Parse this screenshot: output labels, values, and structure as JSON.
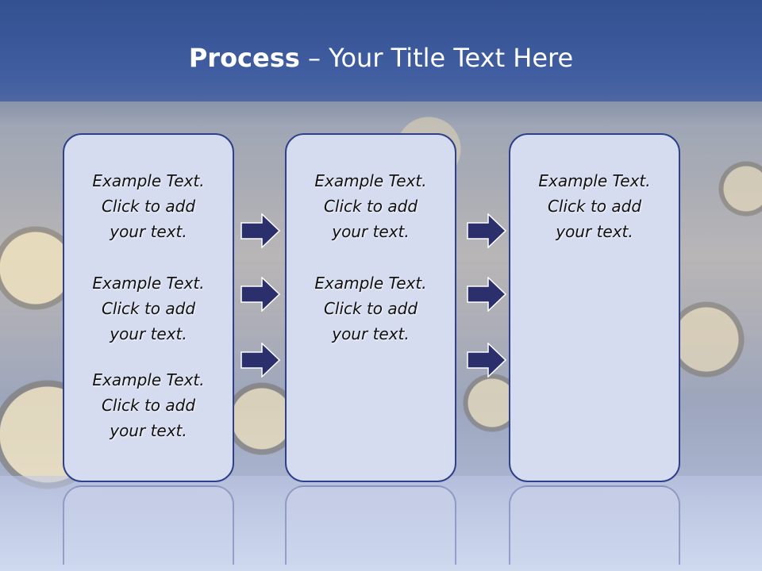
{
  "title": {
    "bold": "Process",
    "rest": " – Your Title Text Here"
  },
  "columns": [
    {
      "items": [
        {
          "line1": "Example Text.",
          "line2": "Click  to add",
          "line3": "your text."
        },
        {
          "line1": "Example Text.",
          "line2": "Click  to add",
          "line3": "your text."
        },
        {
          "line1": "Example Text.",
          "line2": "Click  to add",
          "line3": "your text."
        }
      ]
    },
    {
      "items": [
        {
          "line1": "Example Text.",
          "line2": "Click  to add",
          "line3": "your text."
        },
        {
          "line1": "Example Text.",
          "line2": "Click  to add",
          "line3": "your text."
        }
      ]
    },
    {
      "items": [
        {
          "line1": "Example Text.",
          "line2": "Click  to add",
          "line3": "your text."
        }
      ]
    }
  ],
  "colors": {
    "title_band": "#3f5da0",
    "box_fill": "#d6dcef",
    "box_border": "#2f418a",
    "arrow_fill": "#2b2f6b"
  },
  "icons": {
    "arrow": "right-arrow-icon"
  }
}
